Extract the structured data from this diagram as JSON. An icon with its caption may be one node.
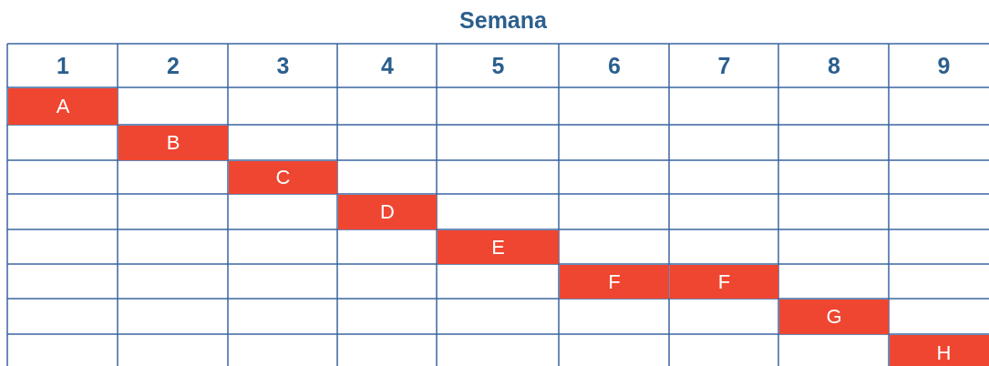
{
  "diagram": {
    "title": "Semana",
    "labels": [
      "1",
      "2",
      "3",
      "4",
      "5",
      "6",
      "7",
      "8",
      "9",
      "A",
      "B",
      "C",
      "D",
      "E",
      "F",
      "F",
      "G",
      "H"
    ]
  }
}
